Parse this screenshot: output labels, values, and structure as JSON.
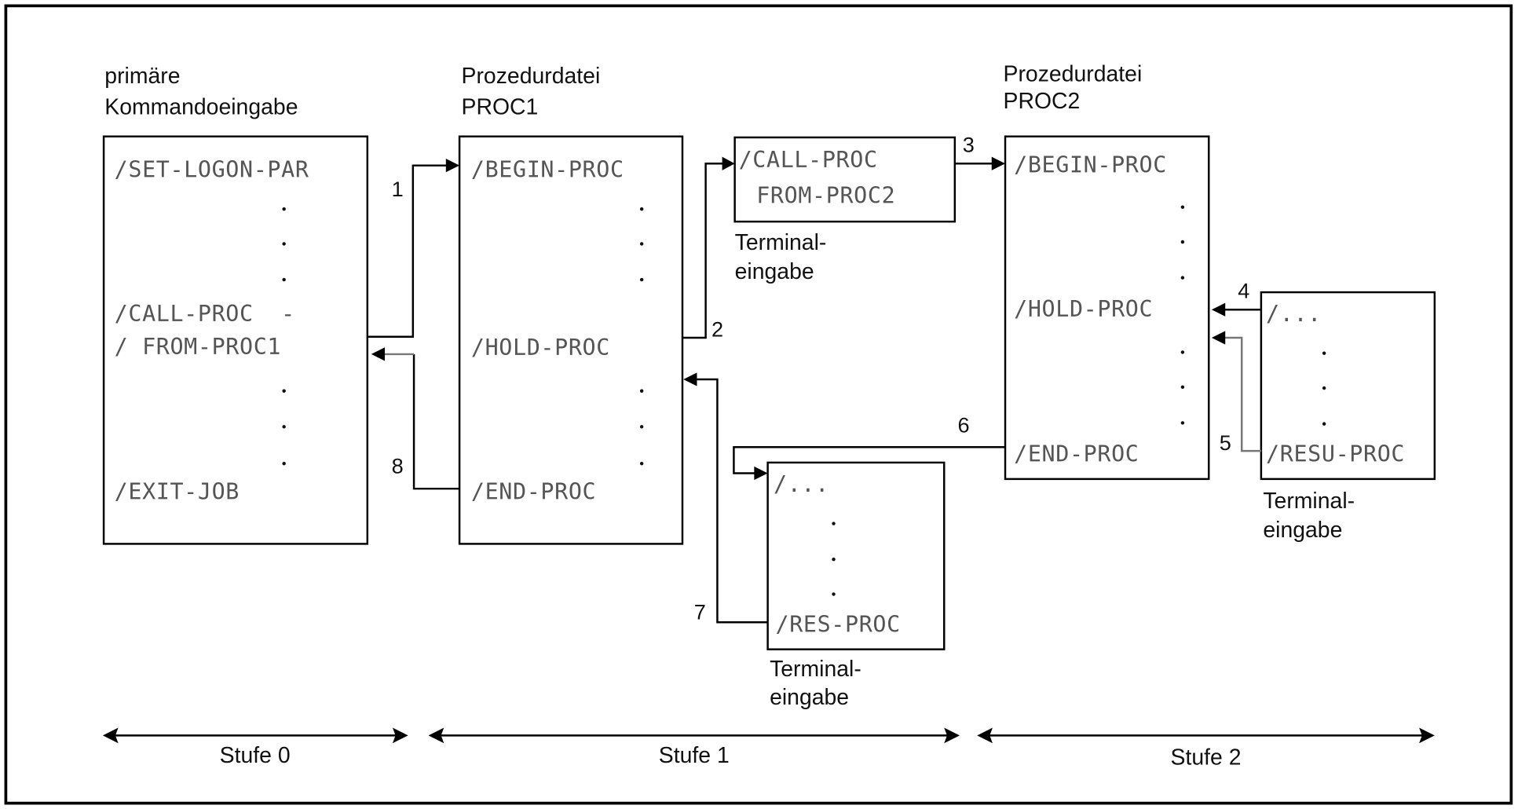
{
  "diagram": {
    "columns": [
      {
        "title_line1": "primäre",
        "title_line2": "Kommandoeingabe"
      },
      {
        "title_line1": "Prozedurdatei",
        "title_line2": "PROC1"
      },
      {
        "title_line1": "Prozedurdatei",
        "title_line2": "PROC2"
      }
    ],
    "boxes": {
      "primary": {
        "lines": [
          "/SET-LOGON-PAR",
          "/CALL-PROC  -",
          "/ FROM-PROC1",
          "/EXIT-JOB"
        ]
      },
      "proc1": {
        "lines": [
          "/BEGIN-PROC",
          "/HOLD-PROC",
          "/END-PROC"
        ]
      },
      "terminal1": {
        "lines": [
          "/CALL-PROC",
          " FROM-PROC2"
        ],
        "caption_line1": "Terminal-",
        "caption_line2": "eingabe"
      },
      "proc2": {
        "lines": [
          "/BEGIN-PROC",
          "/HOLD-PROC",
          "/END-PROC"
        ]
      },
      "terminal2": {
        "lines": [
          "/...",
          "/RESU-PROC"
        ],
        "caption_line1": "Terminal-",
        "caption_line2": "eingabe"
      },
      "terminal3": {
        "lines": [
          "/...",
          "/RES-PROC"
        ],
        "caption_line1": "Terminal-",
        "caption_line2": "eingabe"
      }
    },
    "steps": [
      "1",
      "2",
      "3",
      "4",
      "5",
      "6",
      "7",
      "8"
    ],
    "levels": [
      "Stufe 0",
      "Stufe 1",
      "Stufe 2"
    ]
  }
}
